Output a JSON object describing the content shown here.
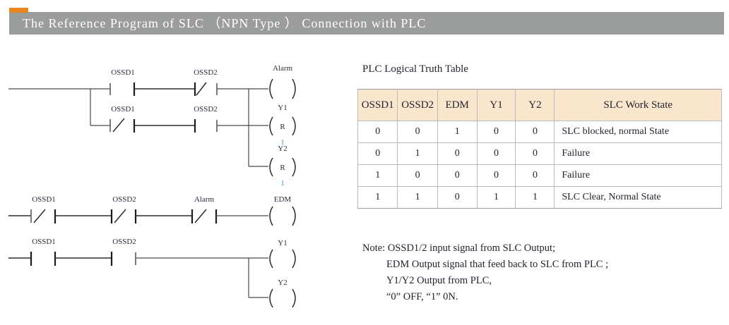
{
  "header": {
    "title": "The Reference  Program of SLC （NPN Type ） Connection with PLC",
    "bar_color": "#9b9d9c",
    "accent_color": "#e8861f",
    "title_color": "#ffffff"
  },
  "ladder": {
    "rungs": [
      {
        "id": "rung-1",
        "branches": [
          {
            "id": "branch-1a",
            "contacts": [
              {
                "label": "OSSD1",
                "type": "NO"
              },
              {
                "label": "OSSD2",
                "type": "NC"
              }
            ],
            "coil": {
              "label": "Alarm",
              "inner": "",
              "sub": ""
            }
          },
          {
            "id": "branch-1b",
            "contacts": [
              {
                "label": "OSSD1",
                "type": "NC"
              },
              {
                "label": "OSSD2",
                "type": "NO"
              }
            ],
            "coil": {
              "label": "Y1",
              "inner": "R",
              "sub": "1"
            }
          },
          {
            "id": "branch-1c",
            "contacts": [],
            "coil": {
              "label": "Y2",
              "inner": "R",
              "sub": "1"
            }
          }
        ]
      },
      {
        "id": "rung-2",
        "branches": [
          {
            "id": "branch-2a",
            "contacts": [
              {
                "label": "OSSD1",
                "type": "NC"
              },
              {
                "label": "OSSD2",
                "type": "NC"
              },
              {
                "label": "Alarm",
                "type": "NC"
              }
            ],
            "coil": {
              "label": "EDM",
              "inner": "",
              "sub": ""
            }
          }
        ]
      },
      {
        "id": "rung-3",
        "branches": [
          {
            "id": "branch-3a",
            "contacts": [
              {
                "label": "OSSD1",
                "type": "NO"
              },
              {
                "label": "OSSD2",
                "type": "NO"
              }
            ],
            "coil": {
              "label": "Y1",
              "inner": "",
              "sub": ""
            }
          },
          {
            "id": "branch-3b",
            "contacts": [],
            "coil": {
              "label": "Y2",
              "inner": "",
              "sub": ""
            }
          }
        ]
      }
    ],
    "blue_color": "#2e9fe0"
  },
  "table": {
    "title": "PLC Logical Truth Table",
    "header_bg": "#fae5cd",
    "columns": [
      "OSSD1",
      "OSSD2",
      "EDM",
      "Y1",
      "Y2",
      "SLC Work State"
    ],
    "rows": [
      [
        "0",
        "0",
        "1",
        "0",
        "0",
        "SLC blocked, normal State"
      ],
      [
        "0",
        "1",
        "0",
        "0",
        "0",
        "Failure"
      ],
      [
        "1",
        "0",
        "0",
        "0",
        "0",
        "Failure"
      ],
      [
        "1",
        "1",
        "0",
        "1",
        "1",
        "SLC Clear, Normal State"
      ]
    ]
  },
  "notes": {
    "line1": "Note: OSSD1/2   input signal from SLC Output;",
    "line2": "EDM  Output signal that feed back to SLC from PLC ;",
    "line3": "Y1/Y2  Output from PLC,",
    "line4": "“0” OFF,  “1” 0N."
  }
}
